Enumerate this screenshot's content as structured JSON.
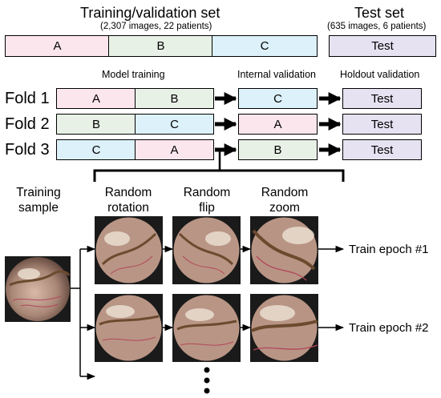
{
  "header": {
    "train_title": "Training/validation set",
    "train_sub": "(2,307 images, 22 patients)",
    "test_title": "Test set",
    "test_sub": "(635 images, 6 patients)"
  },
  "top_bar": {
    "a": "A",
    "b": "B",
    "c": "C",
    "test": "Test"
  },
  "column_labels": {
    "training": "Model training",
    "internal": "Internal validation",
    "holdout": "Holdout validation"
  },
  "folds": [
    {
      "label": "Fold 1",
      "train1": "A",
      "train2": "B",
      "val": "C",
      "test": "Test"
    },
    {
      "label": "Fold 2",
      "train1": "B",
      "train2": "C",
      "val": "A",
      "test": "Test"
    },
    {
      "label": "Fold 3",
      "train1": "C",
      "train2": "A",
      "val": "B",
      "test": "Test"
    }
  ],
  "colors": {
    "a": "#fce6ee",
    "b": "#e8f1e6",
    "c": "#dcf1fa",
    "test": "#e6e2f2"
  },
  "augmentation": {
    "training_sample": "Training\nsample",
    "rotation": "Random\nrotation",
    "flip": "Random\nflip",
    "zoom": "Random\nzoom",
    "epoch1": "Train epoch #1",
    "epoch2": "Train epoch #2"
  }
}
